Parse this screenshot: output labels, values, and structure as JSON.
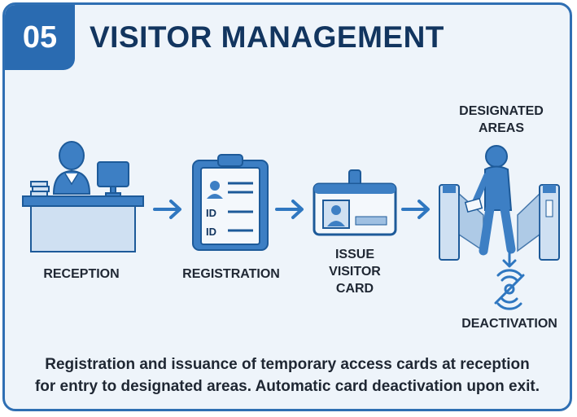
{
  "header": {
    "number": "05",
    "title": "VISITOR MANAGEMENT"
  },
  "steps": [
    {
      "label": "RECEPTION"
    },
    {
      "label": "REGISTRATION",
      "id_labels": [
        "ID",
        "ID"
      ]
    },
    {
      "label_lines": [
        "ISSUE",
        "VISITOR",
        "CARD"
      ]
    },
    {
      "label_lines": [
        "DESIGNATED",
        "AREAS"
      ]
    },
    {
      "label": "DEACTIVATION"
    }
  ],
  "caption_lines": [
    "Registration and issuance of temporary access cards at reception",
    "for entry to designated areas. Automatic card deactivation upon exit."
  ],
  "colors": {
    "primary": "#2a6bb1",
    "dark": "#12355f",
    "light": "#cfe0f2",
    "background": "#eef4fa"
  }
}
